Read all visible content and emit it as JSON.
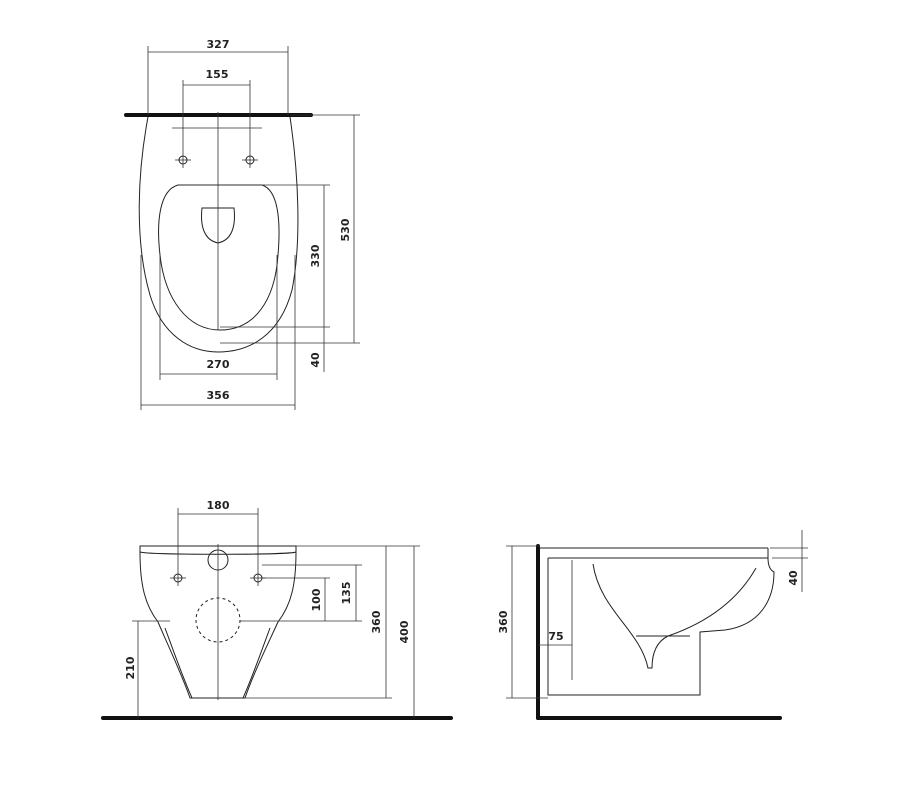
{
  "top_view": {
    "dims": {
      "w327": "327",
      "w155": "155",
      "h530": "530",
      "h330": "330",
      "h40": "40",
      "w270": "270",
      "w356": "356"
    }
  },
  "front_view": {
    "dims": {
      "w180": "180",
      "h100": "100",
      "h135": "135",
      "h360": "360",
      "h400": "400",
      "h210": "210"
    }
  },
  "side_view": {
    "dims": {
      "h360": "360",
      "w75": "75",
      "h40": "40"
    }
  }
}
